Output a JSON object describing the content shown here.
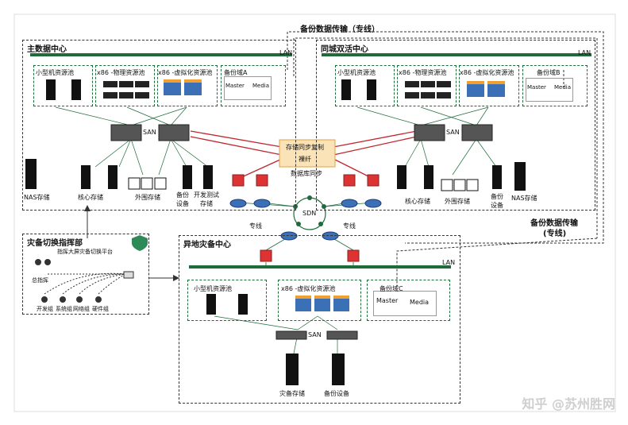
{
  "labels": {
    "main_dc": "主数据中心",
    "same_city_dc": "同城双活中心",
    "remote_dc": "异地灾备中心",
    "backup_transfer_top": "备份数据传输（专线）",
    "backup_transfer_right_1": "备份数据传输",
    "backup_transfer_right_2": "(专线)",
    "lan": "LAN",
    "lan_b": "LAN",
    "lan_c": "LAN",
    "san": "SAN",
    "san_b": "SAN",
    "san_c": "SAN",
    "minicomputer_pool": "小型机资源池",
    "x86_physical_pool": "x86 -物理资源池",
    "x86_virtual_pool": "x86 -虚拟化资源池",
    "backup_domain_a": "备份域A",
    "backup_domain_b": "备份域B",
    "backup_domain_c": "备份域C",
    "master": "Master",
    "media": "Media",
    "nas_storage": "NAS存储",
    "core_storage": "核心存储",
    "external_storage": "外围存储",
    "backup_device_1": "备份",
    "backup_device_2": "设备",
    "dev_test_storage_1": "开发测试",
    "dev_test_storage_2": "存储",
    "storage_sync": "存储同步复制",
    "bare_fiber": "裸纤",
    "db_sync": "数据库同步",
    "sdn": "SDN",
    "dedicated_line_left": "专线",
    "dedicated_line_right": "专线",
    "dr_storage": "灾备存储",
    "dr_backup_device": "备份设备",
    "command_title": "灾备切换指挥部",
    "cmd_commander": "指挥大屏",
    "cmd_platform": "灾备切换平台",
    "cmd_director": "总指挥",
    "cmd_roles": [
      "开发组",
      "系统组",
      "网络组",
      "硬件组"
    ],
    "watermark": "知乎 @苏州胜网"
  }
}
